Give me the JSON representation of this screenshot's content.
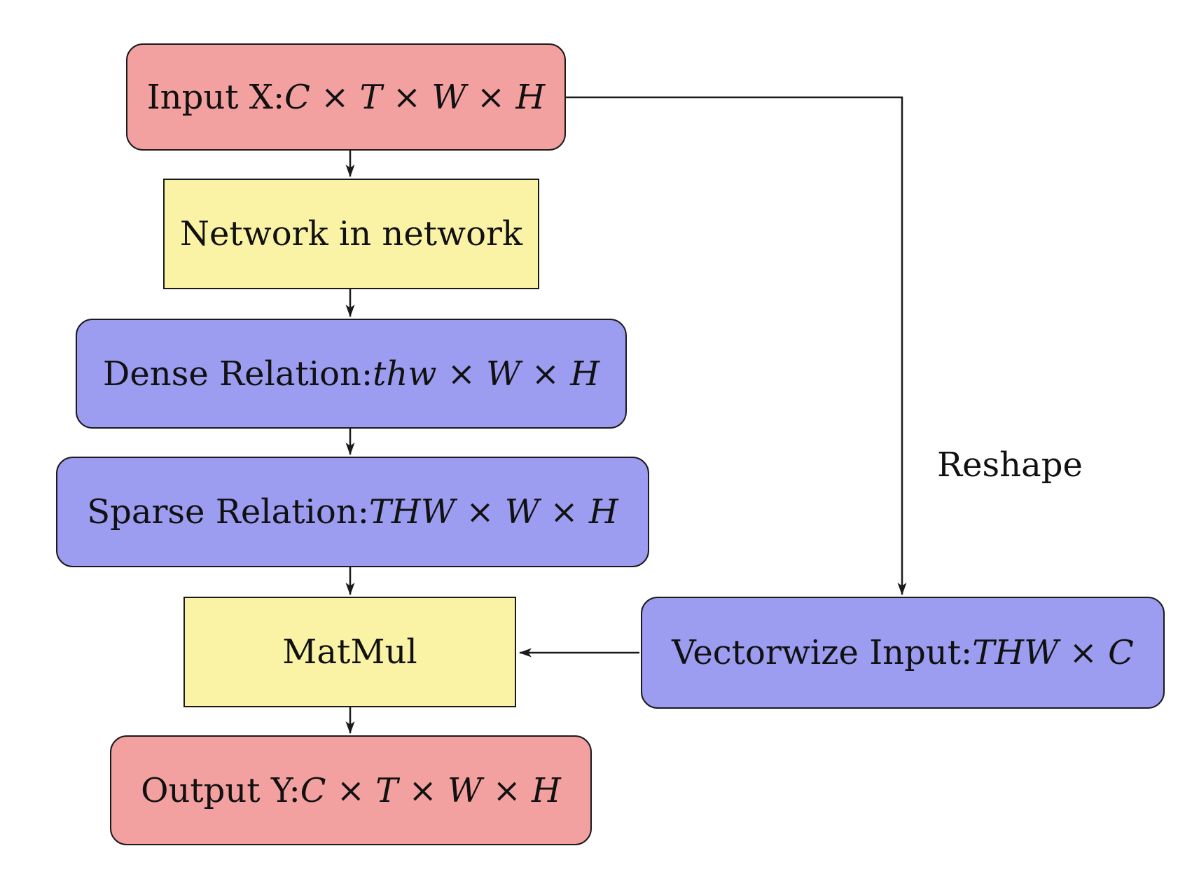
{
  "diagram": {
    "type": "flowchart",
    "nodes": {
      "input_x": {
        "label": "Input X: ",
        "math": "C × T × W × H"
      },
      "network_in_network": {
        "label": "Network in network",
        "math": ""
      },
      "dense_relation": {
        "label": "Dense Relation: ",
        "math": "thw × W × H"
      },
      "sparse_relation": {
        "label": "Sparse Relation: ",
        "math": "THW × W × H"
      },
      "matmul": {
        "label": "MatMul",
        "math": ""
      },
      "output_y": {
        "label": "Output Y: ",
        "math": "C × T × W × H"
      },
      "vectorwize_input": {
        "label": "Vectorwize Input: ",
        "math": "THW × C"
      }
    },
    "edge_labels": {
      "reshape": "Reshape"
    },
    "colors": {
      "node_pink": "#f2a0a0",
      "node_yellow": "#faf3a5",
      "node_blue": "#9c9cf0",
      "border": "#1a1a1a",
      "background": "#ffffff"
    }
  }
}
